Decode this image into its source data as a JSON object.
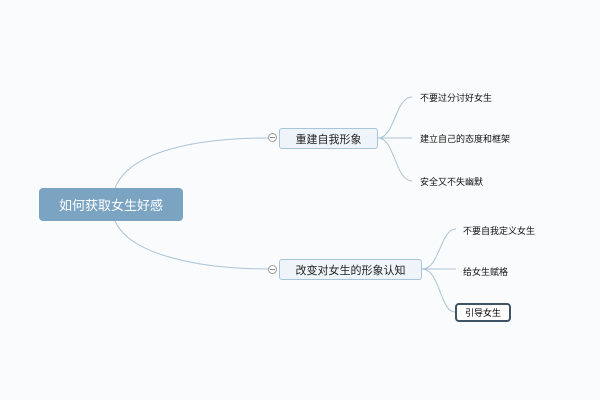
{
  "root": {
    "label": "如何获取女生好感"
  },
  "branches": [
    {
      "label": "重建自我形象",
      "children": [
        "不要过分讨好女生",
        "建立自己的态度和框架",
        "安全又不失幽默"
      ]
    },
    {
      "label": "改变对女生的形象认知",
      "children": [
        "不要自我定义女生",
        "给女生赋格",
        "引导女生"
      ]
    }
  ],
  "colors": {
    "root": "#7ba4c3",
    "line": "#a9c3d8",
    "selected_border": "#3f5366"
  }
}
